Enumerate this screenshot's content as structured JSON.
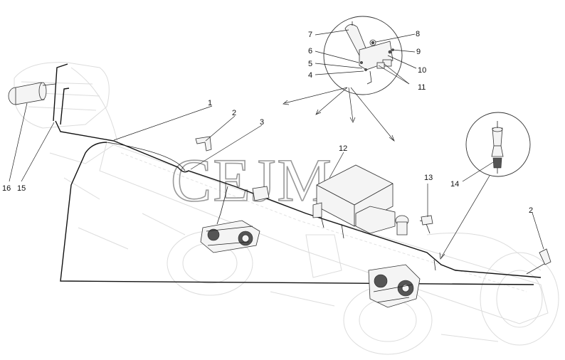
{
  "watermark": {
    "text": "СЕЈМ"
  },
  "callouts": [
    {
      "id": "1",
      "label": "1"
    },
    {
      "id": "2a",
      "label": "2"
    },
    {
      "id": "2b",
      "label": "2"
    },
    {
      "id": "3",
      "label": "3"
    },
    {
      "id": "4",
      "label": "4"
    },
    {
      "id": "5",
      "label": "5"
    },
    {
      "id": "6",
      "label": "6"
    },
    {
      "id": "7",
      "label": "7"
    },
    {
      "id": "8",
      "label": "8"
    },
    {
      "id": "9",
      "label": "9"
    },
    {
      "id": "10",
      "label": "10"
    },
    {
      "id": "11",
      "label": "11"
    },
    {
      "id": "12",
      "label": "12"
    },
    {
      "id": "13",
      "label": "13"
    },
    {
      "id": "14",
      "label": "14"
    },
    {
      "id": "15",
      "label": "15"
    },
    {
      "id": "16",
      "label": "16"
    }
  ],
  "colors": {
    "line": "#111111",
    "ghost": "#dcdcdc",
    "background": "#ffffff"
  }
}
